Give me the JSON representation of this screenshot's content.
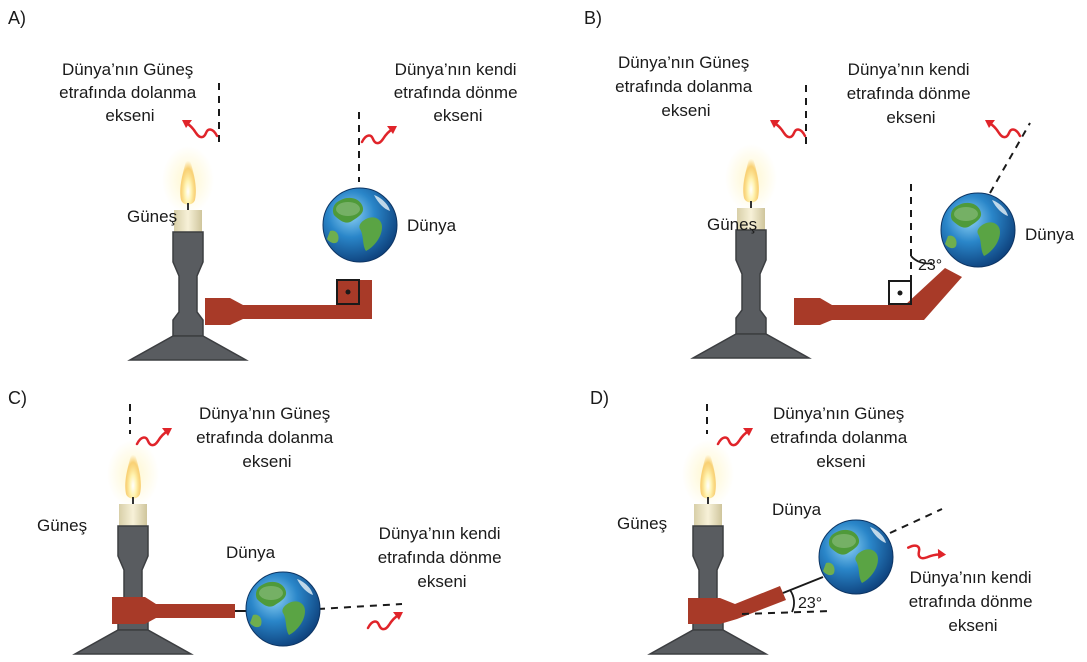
{
  "options": {
    "a": "A)",
    "b": "B)",
    "c": "C)",
    "d": "D)"
  },
  "labels": {
    "sun": "Güneş",
    "earth": "Dünya",
    "orbit_axis": [
      "Dünya’nın Güneş",
      "etrafında dolanma",
      "ekseni"
    ],
    "spin_axis": [
      "Dünya’nın kendi",
      "etrafında dönme",
      "ekseni"
    ],
    "tilt_angle": "23°"
  },
  "colors": {
    "arm": "#a83a28",
    "stand": "#55585c",
    "arrow": "#e0242a",
    "candle": "#efe6c4",
    "ocean": "#1e6fb8",
    "land": "#4f9a3a"
  }
}
